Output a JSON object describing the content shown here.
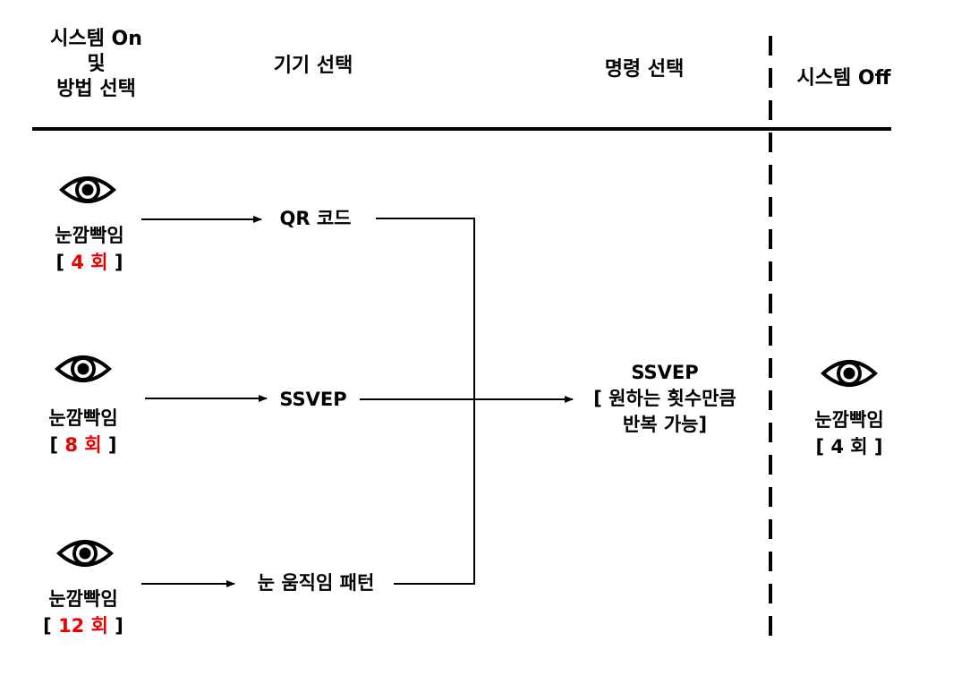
{
  "headers": {
    "col1_line1": "시스템 On",
    "col1_line2": "및",
    "col1_line3": "방법 선택",
    "col2": "기기 선택",
    "col3": "명령 선택",
    "col4": "시스템 Off"
  },
  "rows": [
    {
      "blink_label": "눈깜빡임",
      "count": "4 회",
      "device": "QR 코드"
    },
    {
      "blink_label": "눈깜빡임",
      "count": "8 회",
      "device": "SSVEP"
    },
    {
      "blink_label": "눈깜빡임",
      "count": "12 회",
      "device": "눈 움직임 패턴"
    }
  ],
  "command": {
    "line1": "SSVEP",
    "line2": "[ 원하는 횟수만큼",
    "line3": "반복 가능]"
  },
  "off": {
    "blink_label": "눈깜빡임",
    "count": "[ 4 회 ]"
  },
  "brackets": {
    "open": "[ ",
    "close": " ]"
  },
  "colors": {
    "count_highlight": "#e60000",
    "line": "#000000"
  },
  "icons": {
    "eye": "eye-icon"
  }
}
